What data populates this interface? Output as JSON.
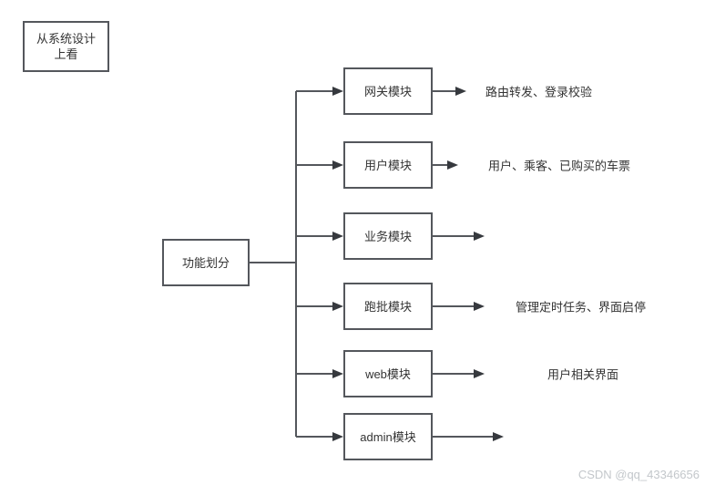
{
  "diagram": {
    "title_box": {
      "line1": "从系统设计",
      "line2": "上看"
    },
    "root": {
      "label": "功能划分"
    },
    "modules": [
      {
        "id": "gateway",
        "label": "网关模块",
        "annotation": "路由转发、登录校验"
      },
      {
        "id": "user",
        "label": "用户模块",
        "annotation": "用户、乘客、已购买的车票"
      },
      {
        "id": "business",
        "label": "业务模块",
        "annotation": ""
      },
      {
        "id": "batch",
        "label": "跑批模块",
        "annotation": "管理定时任务、界面启停"
      },
      {
        "id": "web",
        "label": "web模块",
        "annotation": "用户相关界面"
      },
      {
        "id": "admin",
        "label": "admin模块",
        "annotation": ""
      }
    ]
  },
  "watermark": "CSDN @qq_43346656",
  "colors": {
    "stroke": "#54575c",
    "head": "#36393e",
    "text": "#333333",
    "watermark_text": "#c3c7cb"
  }
}
